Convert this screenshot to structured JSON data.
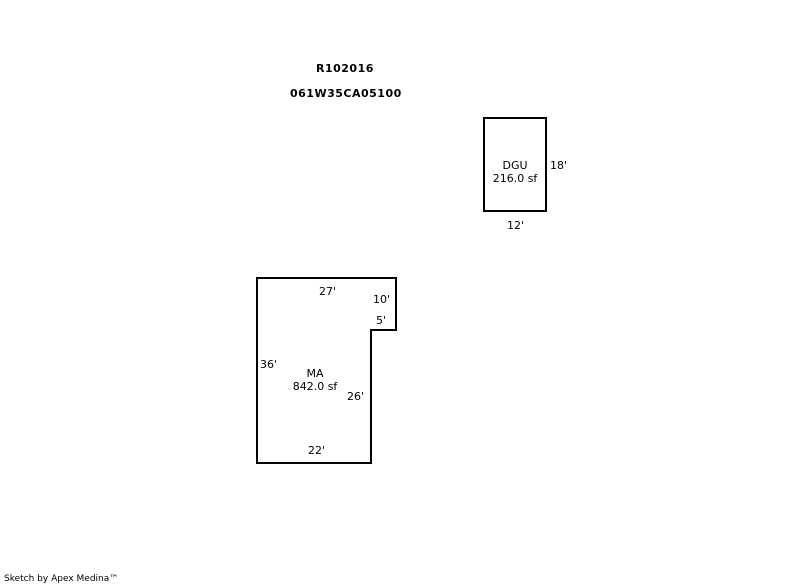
{
  "header": {
    "parcel_id": "R102016",
    "map_number": "061W35CA05100"
  },
  "areas": [
    {
      "code": "DGU",
      "area": "216.0 sf",
      "dimensions": [
        "18'",
        "12'"
      ]
    },
    {
      "code": "MA",
      "area": "842.0 sf",
      "dimensions": [
        "27'",
        "10'",
        "5'",
        "36'",
        "26'",
        "22'"
      ]
    }
  ],
  "footer": {
    "credit": "Sketch by Apex Medina™"
  },
  "colors": {
    "line": "#000000",
    "background": "#ffffff"
  }
}
